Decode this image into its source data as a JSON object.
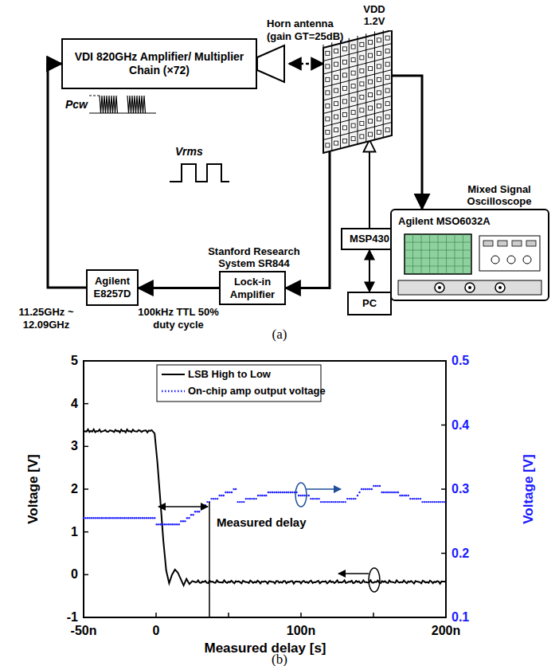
{
  "diagram": {
    "nodes": [
      {
        "text": [
          "VDI 820GHz Amplifier/ Multiplier Chain (×72)"
        ]
      },
      {
        "text": [
          "VDD 1.2V"
        ]
      },
      {
        "text": [
          "Stanford Research System SR844",
          "Lock-in Amplifier"
        ]
      },
      {
        "text": [
          "Agilent E8257D"
        ]
      },
      {
        "text": [
          "MSP430"
        ]
      },
      {
        "text": [
          "PC"
        ]
      },
      {
        "text": [
          "Mixed Signal Oscilloscope",
          "Agilent MSO6032A"
        ]
      }
    ],
    "edges": [
      {
        "from": 3,
        "to": 0,
        "arrow": "to"
      },
      {
        "from": 0,
        "to": 1,
        "arrow": "both"
      },
      {
        "from": 1,
        "to": 2,
        "arrow": "to"
      },
      {
        "from": 2,
        "to": 3,
        "arrow": "to"
      },
      {
        "from": 4,
        "to": 1,
        "arrow": "to"
      },
      {
        "from": 4,
        "to": 5,
        "arrow": "both"
      },
      {
        "from": 1,
        "to": 6,
        "arrow": "to"
      }
    ],
    "labels": [
      "Horn antenna (gain GT=25dB)",
      "Pcw",
      "Vrms",
      "11.25GHz ~ 12.09GHz",
      "100kHz TTL 50% duty cycle",
      "(a)",
      "5",
      "4",
      "3",
      "2",
      "1",
      "0",
      "-1",
      "0.5",
      "0.4",
      "0.3",
      "0.2",
      "0.1",
      "-50n",
      "0",
      "100n",
      "200n",
      "Voltage [V]",
      "Voltage [V]",
      "Measured delay [s]",
      "Measured delay",
      "(b)"
    ],
    "legend": [
      {
        "text": "LSB High to Low"
      },
      {
        "text": "On-chip amp output voltage"
      }
    ]
  }
}
